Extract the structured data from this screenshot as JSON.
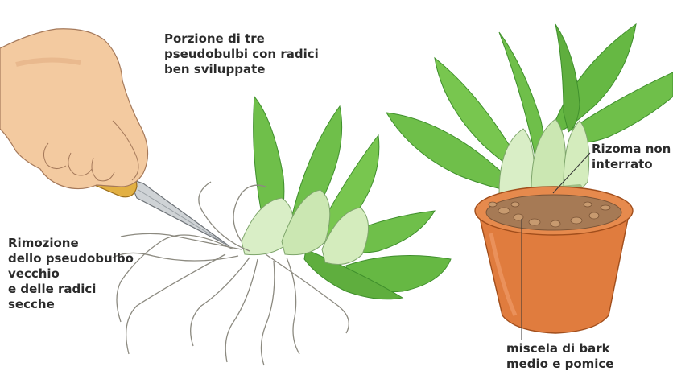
{
  "labels": {
    "portion": [
      "Porzione di tre",
      "pseudobulbi con radici",
      "ben sviluppate"
    ],
    "removal": [
      "Rimozione",
      "dello pseudobulbo",
      "vecchio",
      "e delle radici",
      "secche"
    ],
    "rhizome": [
      "Rizoma non",
      "interrato"
    ],
    "mix": [
      "miscela di bark",
      "medio e pomice"
    ]
  },
  "colors": {
    "leaf": "#6fbf4a",
    "leaf_dark": "#3f8f2c",
    "leaf_light": "#b9e09a",
    "root": "#e7e6df",
    "root_outline": "#8c8a80",
    "skin": "#f3caa0",
    "knife_handle": "#e2b043",
    "blade": "#cfd3d6",
    "pot": "#e07c3e",
    "pot_dark": "#b55720",
    "bark": "#a67a55",
    "leader": "#333333"
  }
}
